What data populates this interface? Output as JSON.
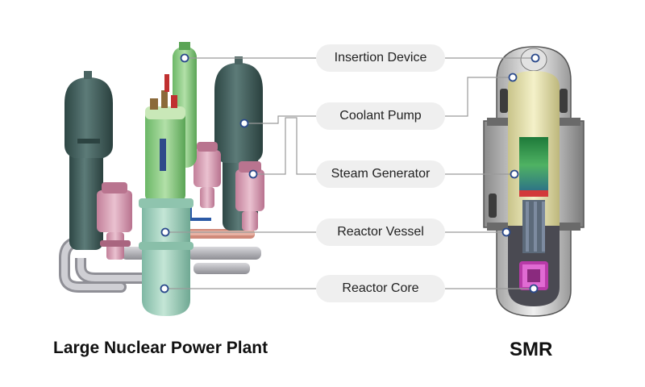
{
  "labels": {
    "insertion_device": "Insertion Device",
    "coolant_pump": "Coolant Pump",
    "steam_generator": "Steam Generator",
    "reactor_vessel": "Reactor Vessel",
    "reactor_core": "Reactor Core"
  },
  "captions": {
    "large_plant": "Large Nuclear Power Plant",
    "smr": "SMR"
  },
  "colors": {
    "steam_generator": "#3e5a58",
    "coolant_pump": "#d9a3b8",
    "vessel": "#a8d4c0",
    "insertion_device": "#8fcf8a",
    "piping": "#b9b9bd",
    "pill_bg": "#efefef",
    "leader_line": "#9a9a9a"
  }
}
